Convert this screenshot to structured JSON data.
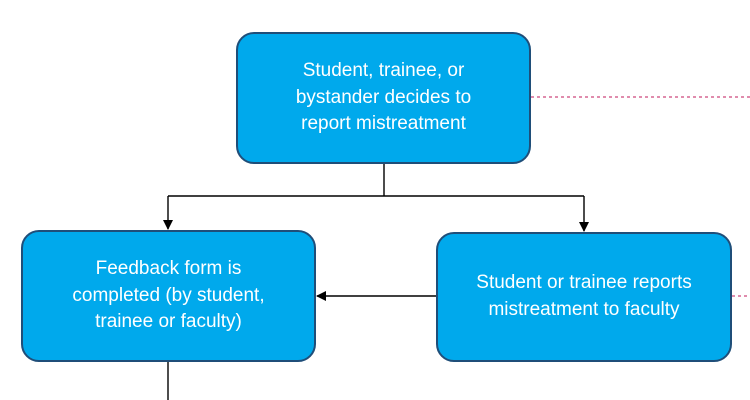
{
  "colors": {
    "box_fill": "#00a9ec",
    "box_border": "#1f4e79",
    "box_text": "#ffffff",
    "connector": "#000000",
    "dashed_link": "#c2185b"
  },
  "nodes": {
    "decide": {
      "lines": [
        "Student, trainee, or",
        "bystander decides to",
        "report mistreatment"
      ]
    },
    "feedback": {
      "lines": [
        "Feedback form is",
        "completed (by student,",
        "trainee or faculty)"
      ]
    },
    "report_faculty": {
      "lines": [
        "Student or trainee reports",
        "mistreatment to faculty"
      ]
    }
  }
}
